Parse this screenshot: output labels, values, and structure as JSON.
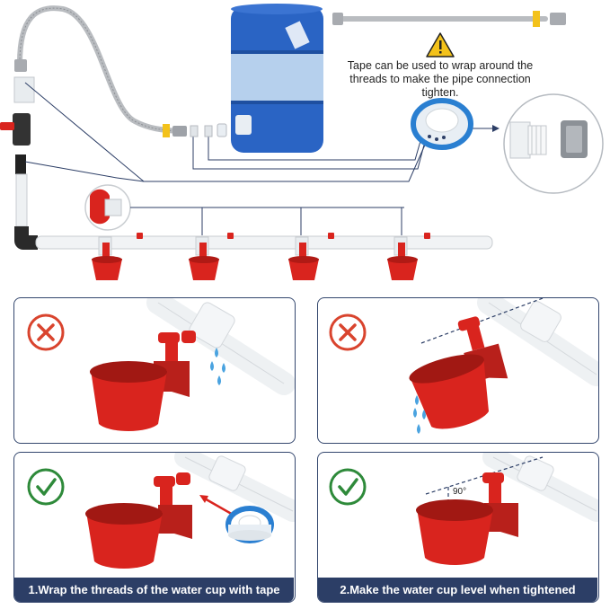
{
  "warning": {
    "icon": "warning-triangle-icon",
    "text": "Tape can be used to wrap around the threads to make the pipe connection tighten."
  },
  "panels": {
    "bad_dripping": {
      "status_icon": "x-circle-icon",
      "status": "incorrect"
    },
    "bad_tilted": {
      "status_icon": "x-circle-icon",
      "status": "incorrect"
    },
    "good_tape": {
      "status_icon": "check-circle-icon",
      "status": "correct"
    },
    "good_level": {
      "status_icon": "check-circle-icon",
      "status": "correct",
      "angle_label": "90°"
    }
  },
  "captions": {
    "left": "1.Wrap the threads of the water cup with tape",
    "right": "2.Make the water cup level when tightened"
  },
  "colors": {
    "red": "#d9241e",
    "blue_barrel": "#2a64c4",
    "navy": "#2c3e66",
    "warning_yellow": "#f3c21b",
    "check_green": "#2e8a3a",
    "x_red": "#d9442e"
  }
}
